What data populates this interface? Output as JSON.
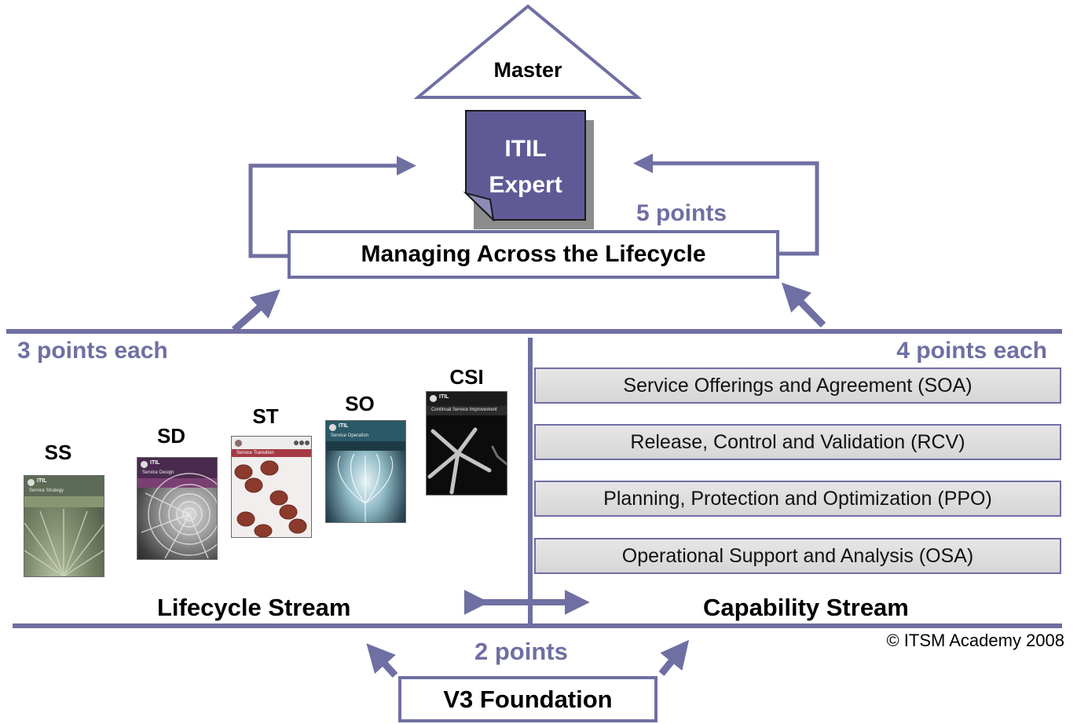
{
  "colors": {
    "accent": "#6f6fa3",
    "expert_fill": "#5f5a96",
    "box_fill": "#d9d9d9"
  },
  "master": "Master",
  "expert": {
    "line1": "ITIL",
    "line2": "Expert"
  },
  "mal": {
    "label": "Managing Across the Lifecycle",
    "points": "5 points"
  },
  "lifecycle": {
    "points": "3 points each",
    "stream_label": "Lifecycle Stream",
    "books": [
      {
        "code": "SS",
        "title": "Service Strategy"
      },
      {
        "code": "SD",
        "title": "Service Design"
      },
      {
        "code": "ST",
        "title": "Service Transition"
      },
      {
        "code": "SO",
        "title": "Service Operation"
      },
      {
        "code": "CSI",
        "title": "Continual Service Improvement"
      }
    ],
    "book_logo": "ITIL"
  },
  "capability": {
    "points": "4 points each",
    "stream_label": "Capability Stream",
    "modules": [
      "Service Offerings and Agreement (SOA)",
      "Release, Control and Validation (RCV)",
      "Planning, Protection and Optimization (PPO)",
      "Operational Support and Analysis (OSA)"
    ]
  },
  "foundation": {
    "label": "V3 Foundation",
    "points": "2 points"
  },
  "copyright": "© ITSM Academy 2008"
}
